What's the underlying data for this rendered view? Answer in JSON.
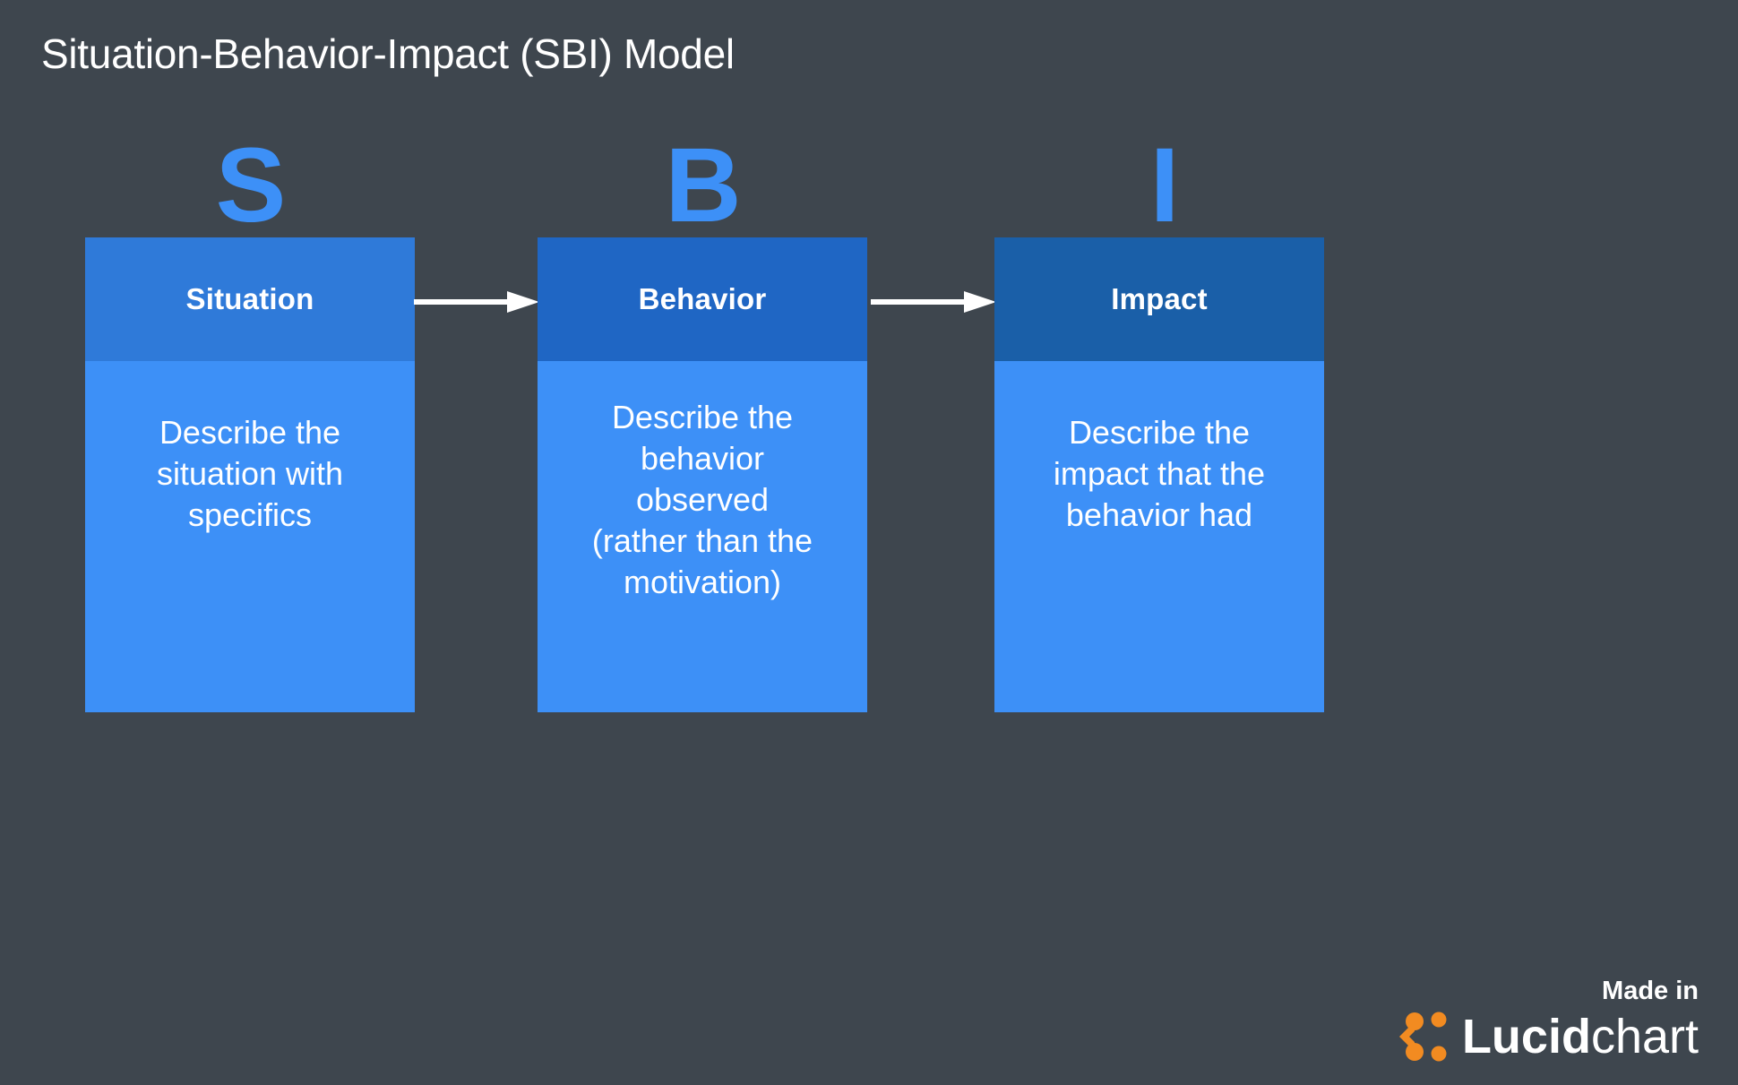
{
  "page": {
    "title": "Situation-Behavior-Impact (SBI) Model",
    "background_color": "#3e464e"
  },
  "colors": {
    "accent_blue": "#3d90f7",
    "header_situation": "#2f7ad9",
    "header_behavior": "#1f66c4",
    "header_impact": "#1a5fa8",
    "body_blue": "#3d90f7",
    "text_white": "#ffffff",
    "logo_orange": "#f28b21"
  },
  "steps": [
    {
      "initial": "S",
      "header": "Situation",
      "body": "Describe the\nsituation with\nspecifics"
    },
    {
      "initial": "B",
      "header": "Behavior",
      "body": "Describe the\nbehavior\nobserved\n(rather than the\nmotivation)"
    },
    {
      "initial": "I",
      "header": "Impact",
      "body": "Describe the\nimpact that the\nbehavior had"
    }
  ],
  "footer": {
    "made_in": "Made in",
    "brand_bold": "Lucid",
    "brand_light": "chart"
  }
}
